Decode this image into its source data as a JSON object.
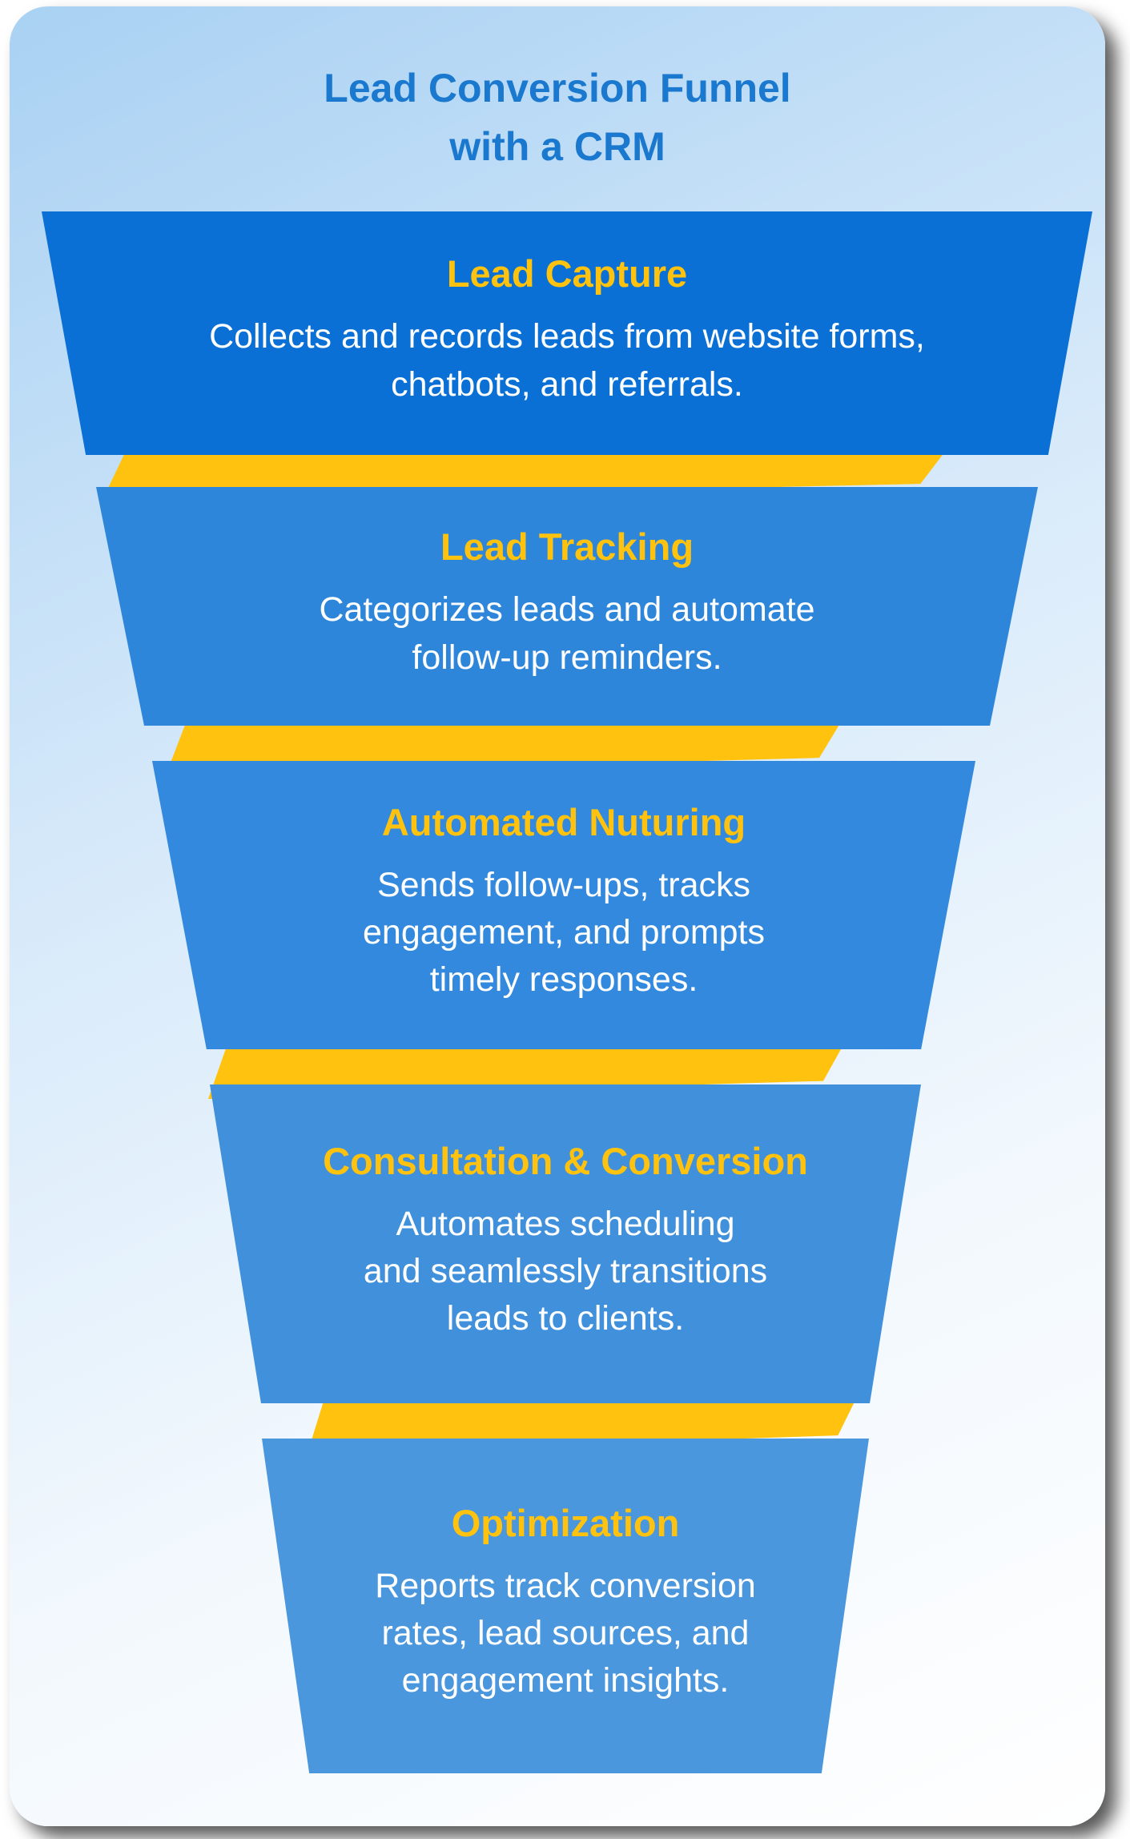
{
  "title": {
    "line1": "Lead Conversion Funnel",
    "line2": "with a CRM"
  },
  "stages": [
    {
      "heading": "Lead Capture",
      "body": "Collects and records leads from website forms,\nchatbots, and referrals."
    },
    {
      "heading": "Lead Tracking",
      "body": "Categorizes leads and automate\nfollow-up reminders."
    },
    {
      "heading": "Automated Nuturing",
      "body": "Sends follow-ups, tracks\nengagement, and prompts\ntimely responses."
    },
    {
      "heading": "Consultation & Conversion",
      "body": "Automates scheduling\nand seamlessly transitions\nleads to clients."
    },
    {
      "heading": "Optimization",
      "body": "Reports track conversion\nrates, lead sources, and\nengagement insights."
    }
  ],
  "colors": {
    "title_text": "#1a78cf",
    "heading_text": "#ffc20e",
    "body_text": "#ffffff",
    "connector_yellow": "#ffc20e",
    "stage_fills": [
      "#0a70d6",
      "#2e86db",
      "#3389de",
      "#4090dc",
      "#4b97de"
    ],
    "card_gradient_top": "#a9d1f3",
    "card_gradient_bottom": "#ffffff"
  }
}
